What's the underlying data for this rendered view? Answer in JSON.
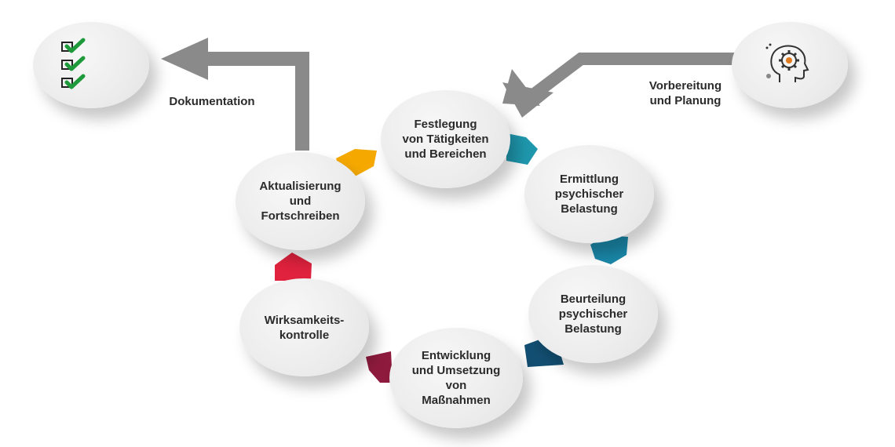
{
  "start": {
    "label": "Vorbereitung\nund Planung",
    "icon": "head-gear-icon"
  },
  "end": {
    "label": "Dokumentation",
    "icon": "checklist-icon"
  },
  "steps": [
    {
      "label": "Festlegung\nvon Tätigkeiten\nund Bereichen",
      "color": "#1f97ad"
    },
    {
      "label": "Ermittlung\npsychischer\nBelastung",
      "color": "#1a87a8"
    },
    {
      "label": "Beurteilung\npsychischer\nBelastung",
      "color": "#134f72"
    },
    {
      "label": "Entwicklung\nund Umsetzung\nvon\nMaßnahmen",
      "color": "#8e1b3e"
    },
    {
      "label": "Wirksamkeits-\nkontrolle",
      "color": "#e0223e"
    },
    {
      "label": "Aktualisierung\nund\nFortschreiben",
      "color": "#f5a900"
    }
  ],
  "colors": {
    "arrow": "#8a8a8a",
    "check": "#1e9a3a"
  }
}
